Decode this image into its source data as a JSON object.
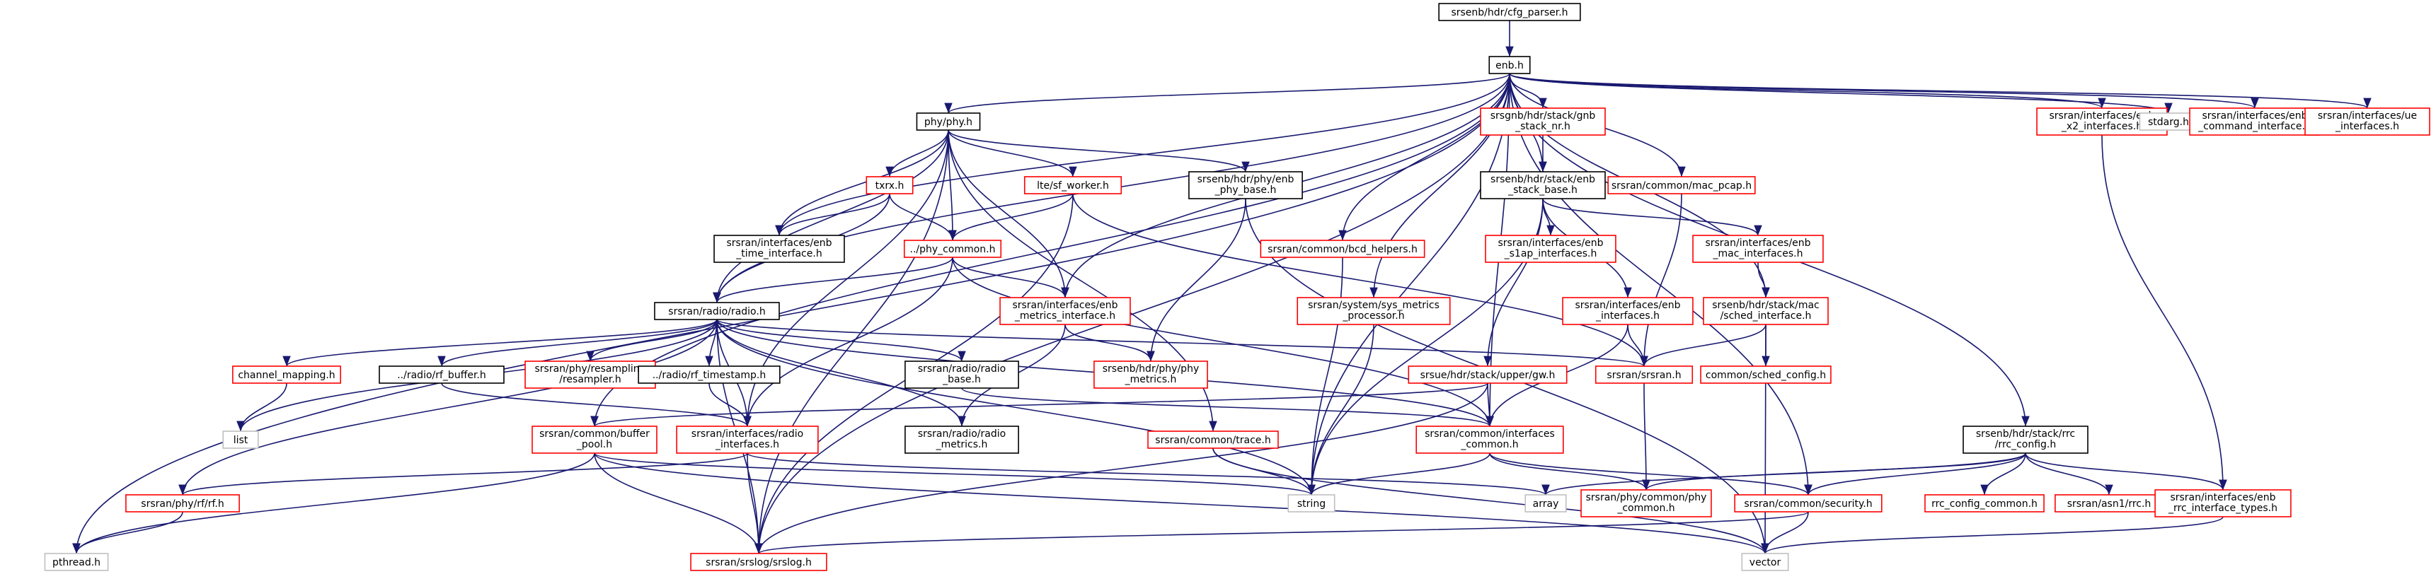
{
  "colors": {
    "edge": "#191970",
    "root_fill": "#bfbfbf",
    "root_stroke": "#000000",
    "documented_stroke": "#000000",
    "undocumented_stroke": "#ff0000",
    "system_stroke": "#bfbfbf"
  },
  "nodes": [
    {
      "id": "cfg",
      "lines": [
        "srsenb/hdr/cfg_parser.h"
      ],
      "kind": "root"
    },
    {
      "id": "enb",
      "lines": [
        "enb.h"
      ],
      "kind": "documented"
    },
    {
      "id": "phy",
      "lines": [
        "phy/phy.h"
      ],
      "kind": "documented"
    },
    {
      "id": "gnb_stack_nr",
      "lines": [
        "srsgnb/hdr/stack/gnb",
        "_stack_nr.h"
      ],
      "kind": "undocumented"
    },
    {
      "id": "enb_stack_base",
      "lines": [
        "srsenb/hdr/stack/enb",
        "_stack_base.h"
      ],
      "kind": "documented"
    },
    {
      "id": "enb_phy_base",
      "lines": [
        "srsenb/hdr/phy/enb",
        "_phy_base.h"
      ],
      "kind": "documented"
    },
    {
      "id": "mac_pcap",
      "lines": [
        "srsran/common/mac_pcap.h"
      ],
      "kind": "undocumented"
    },
    {
      "id": "x2_if",
      "lines": [
        "srsran/interfaces/enb",
        "_x2_interfaces.h"
      ],
      "kind": "undocumented"
    },
    {
      "id": "stdarg",
      "lines": [
        "stdarg.h"
      ],
      "kind": "system"
    },
    {
      "id": "cmd_if",
      "lines": [
        "srsran/interfaces/enb",
        "_command_interface.h"
      ],
      "kind": "undocumented"
    },
    {
      "id": "ue_if",
      "lines": [
        "srsran/interfaces/ue",
        "_interfaces.h"
      ],
      "kind": "undocumented"
    },
    {
      "id": "txrx",
      "lines": [
        "txrx.h"
      ],
      "kind": "undocumented"
    },
    {
      "id": "lte_sf_worker",
      "lines": [
        "lte/sf_worker.h"
      ],
      "kind": "undocumented"
    },
    {
      "id": "phy_common",
      "lines": [
        "../phy_common.h"
      ],
      "kind": "undocumented"
    },
    {
      "id": "enb_time_if",
      "lines": [
        "srsran/interfaces/enb",
        "_time_interface.h"
      ],
      "kind": "documented"
    },
    {
      "id": "bcd_helpers",
      "lines": [
        "srsran/common/bcd_helpers.h"
      ],
      "kind": "undocumented"
    },
    {
      "id": "s1ap_if",
      "lines": [
        "srsran/interfaces/enb",
        "_s1ap_interfaces.h"
      ],
      "kind": "undocumented"
    },
    {
      "id": "mac_if",
      "lines": [
        "srsran/interfaces/enb",
        "_mac_interfaces.h"
      ],
      "kind": "undocumented"
    },
    {
      "id": "radio_h",
      "lines": [
        "srsran/radio/radio.h"
      ],
      "kind": "documented"
    },
    {
      "id": "metrics_if",
      "lines": [
        "srsran/interfaces/enb",
        "_metrics_interface.h"
      ],
      "kind": "undocumented"
    },
    {
      "id": "sys_metrics",
      "lines": [
        "srsran/system/sys_metrics",
        "_processor.h"
      ],
      "kind": "undocumented"
    },
    {
      "id": "enb_interfaces",
      "lines": [
        "srsran/interfaces/enb",
        "_interfaces.h"
      ],
      "kind": "undocumented"
    },
    {
      "id": "sched_if",
      "lines": [
        "srsenb/hdr/stack/mac",
        "/sched_interface.h"
      ],
      "kind": "undocumented"
    },
    {
      "id": "channel_mapping",
      "lines": [
        "channel_mapping.h"
      ],
      "kind": "undocumented"
    },
    {
      "id": "rf_buffer",
      "lines": [
        "../radio/rf_buffer.h"
      ],
      "kind": "documented"
    },
    {
      "id": "resampler",
      "lines": [
        "srsran/phy/resampling",
        "/resampler.h"
      ],
      "kind": "undocumented"
    },
    {
      "id": "rf_timestamp",
      "lines": [
        "../radio/rf_timestamp.h"
      ],
      "kind": "documented"
    },
    {
      "id": "radio_base",
      "lines": [
        "srsran/radio/radio",
        "_base.h"
      ],
      "kind": "documented"
    },
    {
      "id": "phy_metrics",
      "lines": [
        "srsenb/hdr/phy/phy",
        "_metrics.h"
      ],
      "kind": "undocumented"
    },
    {
      "id": "srsran_h",
      "lines": [
        "srsran/srsran.h"
      ],
      "kind": "undocumented"
    },
    {
      "id": "gw_h",
      "lines": [
        "srsue/hdr/stack/upper/gw.h"
      ],
      "kind": "undocumented"
    },
    {
      "id": "sched_config",
      "lines": [
        "common/sched_config.h"
      ],
      "kind": "undocumented"
    },
    {
      "id": "list",
      "lines": [
        "list"
      ],
      "kind": "system"
    },
    {
      "id": "buffer_pool",
      "lines": [
        "srsran/common/buffer",
        "_pool.h"
      ],
      "kind": "undocumented"
    },
    {
      "id": "radio_ifaces",
      "lines": [
        "srsran/interfaces/radio",
        "_interfaces.h"
      ],
      "kind": "undocumented"
    },
    {
      "id": "radio_metrics",
      "lines": [
        "srsran/radio/radio",
        "_metrics.h"
      ],
      "kind": "documented"
    },
    {
      "id": "trace",
      "lines": [
        "srsran/common/trace.h"
      ],
      "kind": "undocumented"
    },
    {
      "id": "common_ifaces",
      "lines": [
        "srsran/common/interfaces",
        "_common.h"
      ],
      "kind": "undocumented"
    },
    {
      "id": "rrc_config",
      "lines": [
        "srsenb/hdr/stack/rrc",
        "/rrc_config.h"
      ],
      "kind": "documented"
    },
    {
      "id": "rf_h",
      "lines": [
        "srsran/phy/rf/rf.h"
      ],
      "kind": "undocumented"
    },
    {
      "id": "string",
      "lines": [
        "string"
      ],
      "kind": "system"
    },
    {
      "id": "array",
      "lines": [
        "array"
      ],
      "kind": "system"
    },
    {
      "id": "phy_common_ifaces",
      "lines": [
        "srsran/phy/common/phy",
        "_common.h"
      ],
      "kind": "undocumented"
    },
    {
      "id": "security",
      "lines": [
        "srsran/common/security.h"
      ],
      "kind": "undocumented"
    },
    {
      "id": "rrc_config_common",
      "lines": [
        "rrc_config_common.h"
      ],
      "kind": "undocumented"
    },
    {
      "id": "asn1_rrc",
      "lines": [
        "srsran/asn1/rrc.h"
      ],
      "kind": "undocumented"
    },
    {
      "id": "rrc_if_types",
      "lines": [
        "srsran/interfaces/enb",
        "_rrc_interface_types.h"
      ],
      "kind": "undocumented"
    },
    {
      "id": "pthread",
      "lines": [
        "pthread.h"
      ],
      "kind": "system"
    },
    {
      "id": "srslog",
      "lines": [
        "srsran/srslog/srslog.h"
      ],
      "kind": "undocumented"
    },
    {
      "id": "vector",
      "lines": [
        "vector"
      ],
      "kind": "system"
    }
  ],
  "edges": [
    [
      "cfg",
      "enb"
    ],
    [
      "enb",
      "phy"
    ],
    [
      "enb",
      "gnb_stack_nr"
    ],
    [
      "enb",
      "enb_stack_base"
    ],
    [
      "enb",
      "mac_pcap"
    ],
    [
      "enb",
      "x2_if"
    ],
    [
      "enb",
      "stdarg"
    ],
    [
      "enb",
      "cmd_if"
    ],
    [
      "enb",
      "ue_if"
    ],
    [
      "enb",
      "enb_time_if"
    ],
    [
      "enb",
      "bcd_helpers"
    ],
    [
      "enb",
      "radio_h"
    ],
    [
      "enb",
      "metrics_if"
    ],
    [
      "enb",
      "sys_metrics"
    ],
    [
      "enb",
      "sched_if"
    ],
    [
      "enb",
      "common_ifaces"
    ],
    [
      "enb",
      "rrc_config"
    ],
    [
      "enb",
      "security"
    ],
    [
      "enb",
      "string"
    ],
    [
      "enb",
      "pthread"
    ],
    [
      "enb",
      "srslog"
    ],
    [
      "enb",
      "buffer_pool"
    ],
    [
      "phy",
      "txrx"
    ],
    [
      "phy",
      "lte_sf_worker"
    ],
    [
      "phy",
      "enb_phy_base"
    ],
    [
      "phy",
      "phy_common"
    ],
    [
      "phy",
      "enb_time_if"
    ],
    [
      "phy",
      "radio_h"
    ],
    [
      "phy",
      "metrics_if"
    ],
    [
      "phy",
      "trace"
    ],
    [
      "phy",
      "srslog"
    ],
    [
      "phy",
      "radio_ifaces"
    ],
    [
      "gnb_stack_nr",
      "enb_stack_base"
    ],
    [
      "enb_stack_base",
      "s1ap_if"
    ],
    [
      "enb_stack_base",
      "mac_if"
    ],
    [
      "enb_stack_base",
      "enb_interfaces"
    ],
    [
      "enb_stack_base",
      "gw_h"
    ],
    [
      "enb_stack_base",
      "string"
    ],
    [
      "enb_phy_base",
      "phy_metrics"
    ],
    [
      "enb_phy_base",
      "vector"
    ],
    [
      "mac_pcap",
      "srsran_h"
    ],
    [
      "x2_if",
      "rrc_if_types"
    ],
    [
      "txrx",
      "enb_time_if"
    ],
    [
      "txrx",
      "phy_common"
    ],
    [
      "txrx",
      "radio_h"
    ],
    [
      "lte_sf_worker",
      "phy_common"
    ],
    [
      "lte_sf_worker",
      "srsran_h"
    ],
    [
      "lte_sf_worker",
      "srslog"
    ],
    [
      "phy_common",
      "radio_h"
    ],
    [
      "phy_common",
      "metrics_if"
    ],
    [
      "phy_common",
      "common_ifaces"
    ],
    [
      "phy_common",
      "radio_ifaces"
    ],
    [
      "bcd_helpers",
      "string"
    ],
    [
      "mac_if",
      "sched_if"
    ],
    [
      "radio_h",
      "channel_mapping"
    ],
    [
      "radio_h",
      "rf_buffer"
    ],
    [
      "radio_h",
      "resampler"
    ],
    [
      "radio_h",
      "rf_timestamp"
    ],
    [
      "radio_h",
      "radio_base"
    ],
    [
      "radio_h",
      "srsran_h"
    ],
    [
      "radio_h",
      "list"
    ],
    [
      "radio_h",
      "radio_ifaces"
    ],
    [
      "radio_h",
      "common_ifaces"
    ],
    [
      "radio_h",
      "rf_h"
    ],
    [
      "radio_h",
      "string"
    ],
    [
      "radio_h",
      "srslog"
    ],
    [
      "radio_h",
      "radio_metrics"
    ],
    [
      "metrics_if",
      "phy_metrics"
    ],
    [
      "metrics_if",
      "radio_metrics"
    ],
    [
      "sys_metrics",
      "string"
    ],
    [
      "enb_interfaces",
      "srsran_h"
    ],
    [
      "enb_interfaces",
      "common_ifaces"
    ],
    [
      "sched_if",
      "srsran_h"
    ],
    [
      "sched_if",
      "sched_config"
    ],
    [
      "sched_if",
      "vector"
    ],
    [
      "channel_mapping",
      "list"
    ],
    [
      "rf_buffer",
      "radio_ifaces"
    ],
    [
      "rf_timestamp",
      "radio_ifaces"
    ],
    [
      "radio_base",
      "common_ifaces"
    ],
    [
      "srsran_h",
      "phy_common_ifaces"
    ],
    [
      "gw_h",
      "common_ifaces"
    ],
    [
      "gw_h",
      "buffer_pool"
    ],
    [
      "gw_h",
      "srslog"
    ],
    [
      "buffer_pool",
      "pthread"
    ],
    [
      "buffer_pool",
      "string"
    ],
    [
      "buffer_pool",
      "vector"
    ],
    [
      "buffer_pool",
      "srslog"
    ],
    [
      "radio_ifaces",
      "rf_h"
    ],
    [
      "radio_ifaces",
      "array"
    ],
    [
      "radio_ifaces",
      "srslog"
    ],
    [
      "trace",
      "string"
    ],
    [
      "trace",
      "vector"
    ],
    [
      "common_ifaces",
      "string"
    ],
    [
      "common_ifaces",
      "phy_common_ifaces"
    ],
    [
      "common_ifaces",
      "security"
    ],
    [
      "rrc_config",
      "array"
    ],
    [
      "rrc_config",
      "phy_common_ifaces"
    ],
    [
      "rrc_config",
      "security"
    ],
    [
      "rrc_config",
      "rrc_config_common"
    ],
    [
      "rrc_config",
      "asn1_rrc"
    ],
    [
      "rrc_config",
      "rrc_if_types"
    ],
    [
      "rf_h",
      "pthread"
    ],
    [
      "security",
      "srslog"
    ],
    [
      "security",
      "vector"
    ],
    [
      "rrc_if_types",
      "vector"
    ]
  ]
}
